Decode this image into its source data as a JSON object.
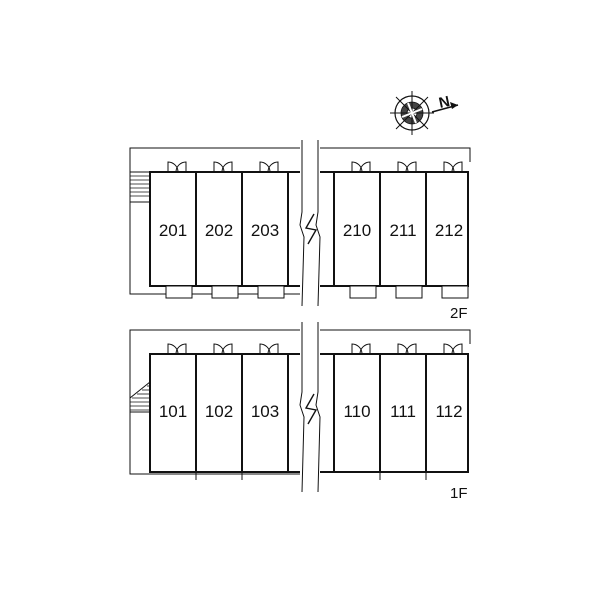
{
  "compass": {
    "north_letter": "N",
    "icon": "compass-rose-icon"
  },
  "floors": [
    {
      "id": "2F",
      "label": "2F",
      "units": [
        "201",
        "202",
        "203",
        "210",
        "211",
        "212"
      ]
    },
    {
      "id": "1F",
      "label": "1F",
      "units": [
        "101",
        "102",
        "103",
        "110",
        "111",
        "112"
      ]
    }
  ],
  "colors": {
    "line": "#111111",
    "fill": "#ffffff"
  }
}
